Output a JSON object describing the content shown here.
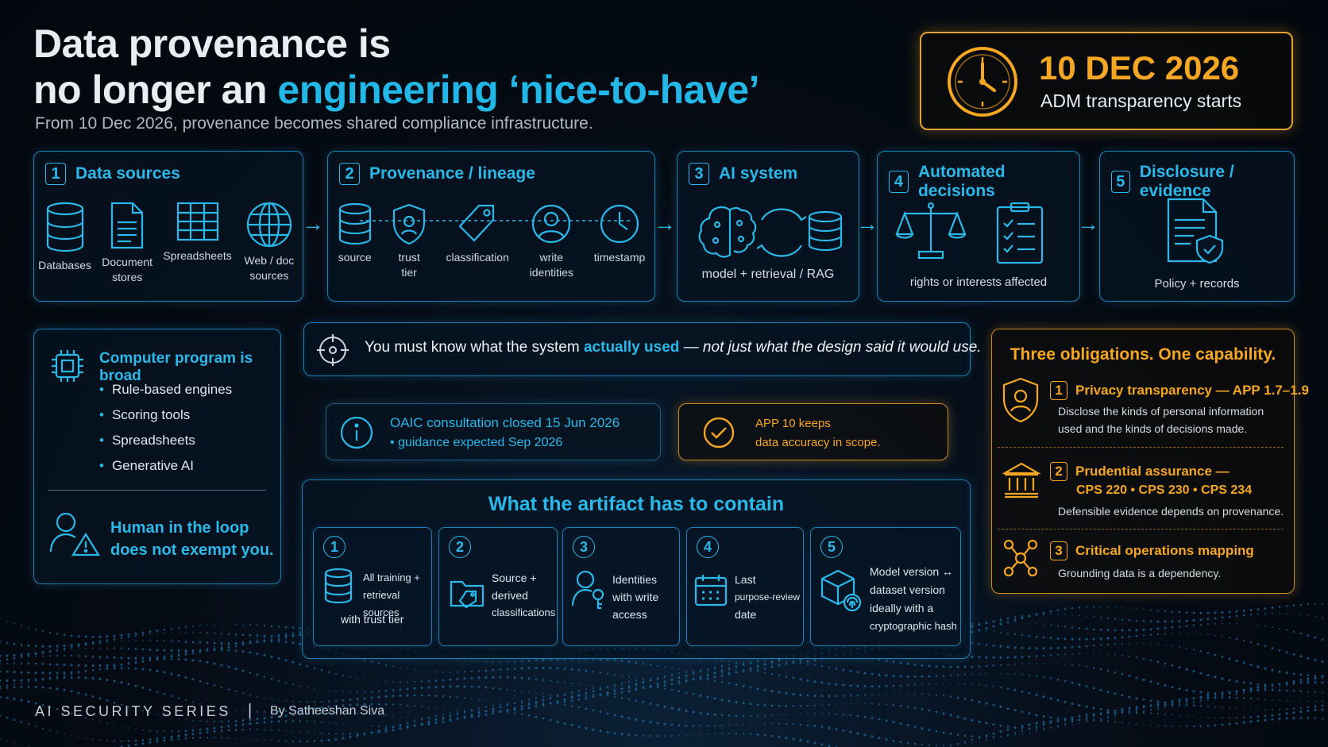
{
  "title": {
    "line1": "Data provenance is",
    "line2_pre": "no longer an ",
    "line2_hl": "engineering ‘nice-to-have’"
  },
  "subtitle": "From 10 Dec 2026, provenance becomes shared compliance infrastructure.",
  "date_box": {
    "date": "10 DEC 2026",
    "label": "ADM transparency starts"
  },
  "flow": [
    {
      "num": "1",
      "title": "Data sources",
      "items": [
        "Databases",
        "Document stores",
        "Spreadsheets",
        "Web / doc sources"
      ]
    },
    {
      "num": "2",
      "title": "Provenance / lineage",
      "items": [
        "source",
        "trust tier",
        "classification",
        "write identities",
        "timestamp"
      ]
    },
    {
      "num": "3",
      "title": "AI system",
      "caption": "model + retrieval / RAG"
    },
    {
      "num": "4",
      "title": "Automated decisions",
      "caption": "rights or interests affected"
    },
    {
      "num": "5",
      "title": "Disclosure / evidence",
      "caption": "Policy + records"
    }
  ],
  "program": {
    "title": "Computer program is broad",
    "items": [
      "Rule-based engines",
      "Scoring tools",
      "Spreadsheets",
      "Generative AI"
    ],
    "hitl": [
      "Human in the loop",
      "does not exempt you."
    ]
  },
  "callout": {
    "pre": "You must know what the system ",
    "hl": "actually used",
    "post": " — not just what the design said it would use."
  },
  "oaic": {
    "line1": "OAIC consultation closed 15 Jun 2026",
    "line2": "• guidance expected Sep 2026"
  },
  "app10": {
    "line1": "APP 10 keeps",
    "line2": "data accuracy in scope."
  },
  "artifact": {
    "title": "What the artifact has to contain",
    "cards": [
      {
        "num": "1",
        "lines": [
          "All training +",
          "retrieval sources",
          "with trust tier"
        ]
      },
      {
        "num": "2",
        "lines": [
          "Source +",
          "derived",
          "classifications"
        ]
      },
      {
        "num": "3",
        "lines": [
          "Identities",
          "with write",
          "access"
        ]
      },
      {
        "num": "4",
        "lines": [
          "Last",
          "purpose-review",
          "date"
        ]
      },
      {
        "num": "5",
        "lines": [
          "Model version ↔",
          "dataset version",
          "ideally with a",
          "cryptographic hash"
        ]
      }
    ]
  },
  "obligations": {
    "title": "Three obligations. One capability.",
    "items": [
      {
        "num": "1",
        "title": "Privacy transparency — APP 1.7–1.9",
        "desc": [
          "Disclose the kinds of personal information",
          "used and the kinds of decisions made."
        ]
      },
      {
        "num": "2",
        "title": "Prudential assurance —",
        "title2": "CPS 220 • CPS 230 • CPS 234",
        "desc": [
          "Defensible evidence depends on provenance."
        ]
      },
      {
        "num": "3",
        "title": "Critical operations mapping",
        "desc": [
          "Grounding data is a dependency."
        ]
      }
    ]
  },
  "footer": {
    "series": "AI SECURITY SERIES",
    "sep": "|",
    "by": "By Satheeshan Siva"
  },
  "colors": {
    "accent": "#2bb8e8",
    "amber": "#f5a623",
    "background": "#050b14"
  }
}
